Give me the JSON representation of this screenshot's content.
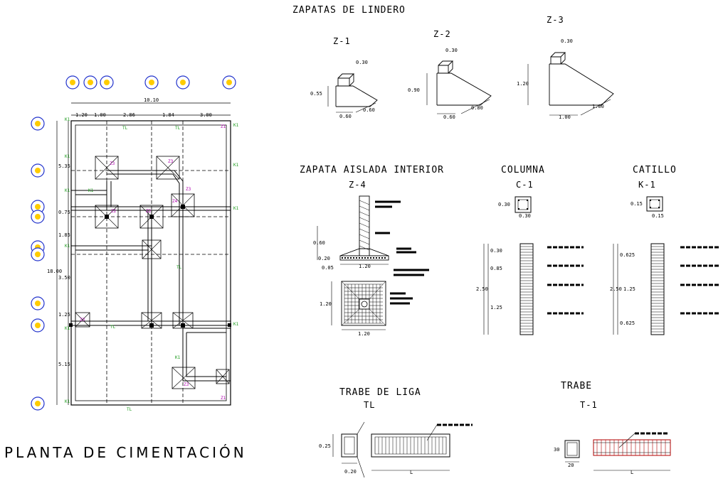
{
  "plan": {
    "title": "PLANTA DE CIMENTACIÓN",
    "overall_width": "10.10",
    "overall_height": "18.00",
    "top_dims": [
      "1.20",
      "1.00",
      "2.86",
      "1.84",
      "3.00"
    ],
    "left_dims": [
      "5.35",
      "0.75",
      "1.85",
      "3.50",
      "1.25",
      "5.15"
    ],
    "bottom_label": "TL",
    "green_labels": [
      "K1",
      "K1",
      "K1",
      "K1",
      "K1",
      "K1",
      "K1",
      "K1",
      "K1",
      "K1",
      "K1",
      "K1",
      "TL",
      "TL",
      "TL",
      "TL"
    ],
    "magenta_labels": [
      "Z1",
      "Z3",
      "Z3",
      "Z3",
      "Z4",
      "Z2",
      "Z2",
      "Z3",
      "Z1",
      "Z3"
    ]
  },
  "zapatas_lindero": {
    "title": "ZAPATAS DE LINDERO",
    "z1": {
      "label": "Z-1",
      "top": "0.30",
      "height": "0.55",
      "base": "0.60",
      "slope": "0.60"
    },
    "z2": {
      "label": "Z-2",
      "top": "0.30",
      "height": "0.90",
      "base": "0.60",
      "slope": "0.80"
    },
    "z3": {
      "label": "Z-3",
      "top": "0.30",
      "height": "1.20",
      "base": "1.00",
      "slope": "1.00"
    }
  },
  "zapata_aislada": {
    "title": "ZAPATA AISLADA INTERIOR",
    "label": "Z-4",
    "h1": "0.60",
    "h2": "0.20",
    "h3": "0.05",
    "width": "1.20",
    "plan_side": "1.20",
    "plan_bottom": "1.20"
  },
  "columna": {
    "title": "COLUMNA",
    "label": "C-1",
    "section_h": "0.30",
    "section_w": "0.30",
    "total": "2.50",
    "segments": [
      "0.30",
      "0.85",
      "1.25"
    ]
  },
  "castillo": {
    "title": "CATILLO",
    "label": "K-1",
    "section_h": "0.15",
    "section_w": "0.15",
    "total": "2.50",
    "segments": [
      "0.625",
      "1.25",
      "0.625"
    ]
  },
  "trabe_liga": {
    "title": "TRABE DE LIGA",
    "label": "TL",
    "h": "0.25",
    "w": "0.20",
    "length": "L"
  },
  "trabe": {
    "title": "TRABE",
    "label": "T-1",
    "h": "30",
    "w": "20",
    "length": "L"
  }
}
